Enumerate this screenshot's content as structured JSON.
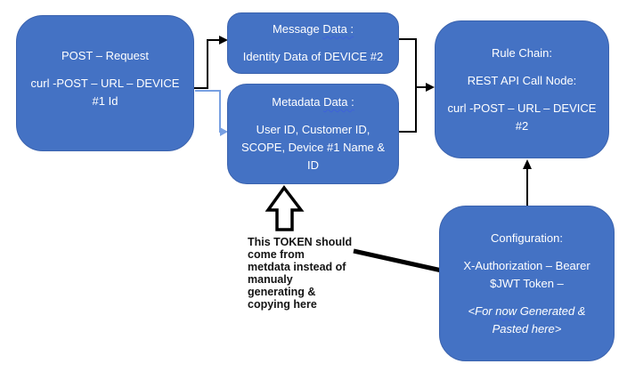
{
  "diagram": {
    "background_color": "#ffffff",
    "node_fill_color": "#4472C4",
    "node_border_color": "#3B63AE",
    "node_text_color": "#ffffff",
    "connector_black_color": "#000000",
    "connector_blue_color": "#78A0E2",
    "squiggle_color": "#3E62D9"
  },
  "nodes": {
    "post_request": {
      "line1": "POST – Request",
      "line2": "curl -POST – URL – DEVICE\n#1 Id"
    },
    "message_data": {
      "title_a": "Message ",
      "title_b": "Data :",
      "body": "Identity Data of DEVICE #2"
    },
    "metadata_data": {
      "title_a": "Metadata ",
      "title_b": "Data :",
      "body": "User ID, Customer ID,\nSCOPE, Device #1 Name &\nID"
    },
    "rule_chain": {
      "line1": "Rule Chain:",
      "line2": "REST API Call Node:",
      "line3": "curl -POST – URL – DEVICE\n#2"
    },
    "configuration": {
      "line1": "Configuration:",
      "line2": "X-Authorization – Bearer\n$JWT Token –",
      "note_a": "<For ",
      "note_b": "now",
      "note_c": " Generated &\nPasted here>"
    }
  },
  "annotation": {
    "text": "This TOKEN should\ncome from\nmetdata instead of\nmanualy\ngenerating &\ncopying here"
  }
}
